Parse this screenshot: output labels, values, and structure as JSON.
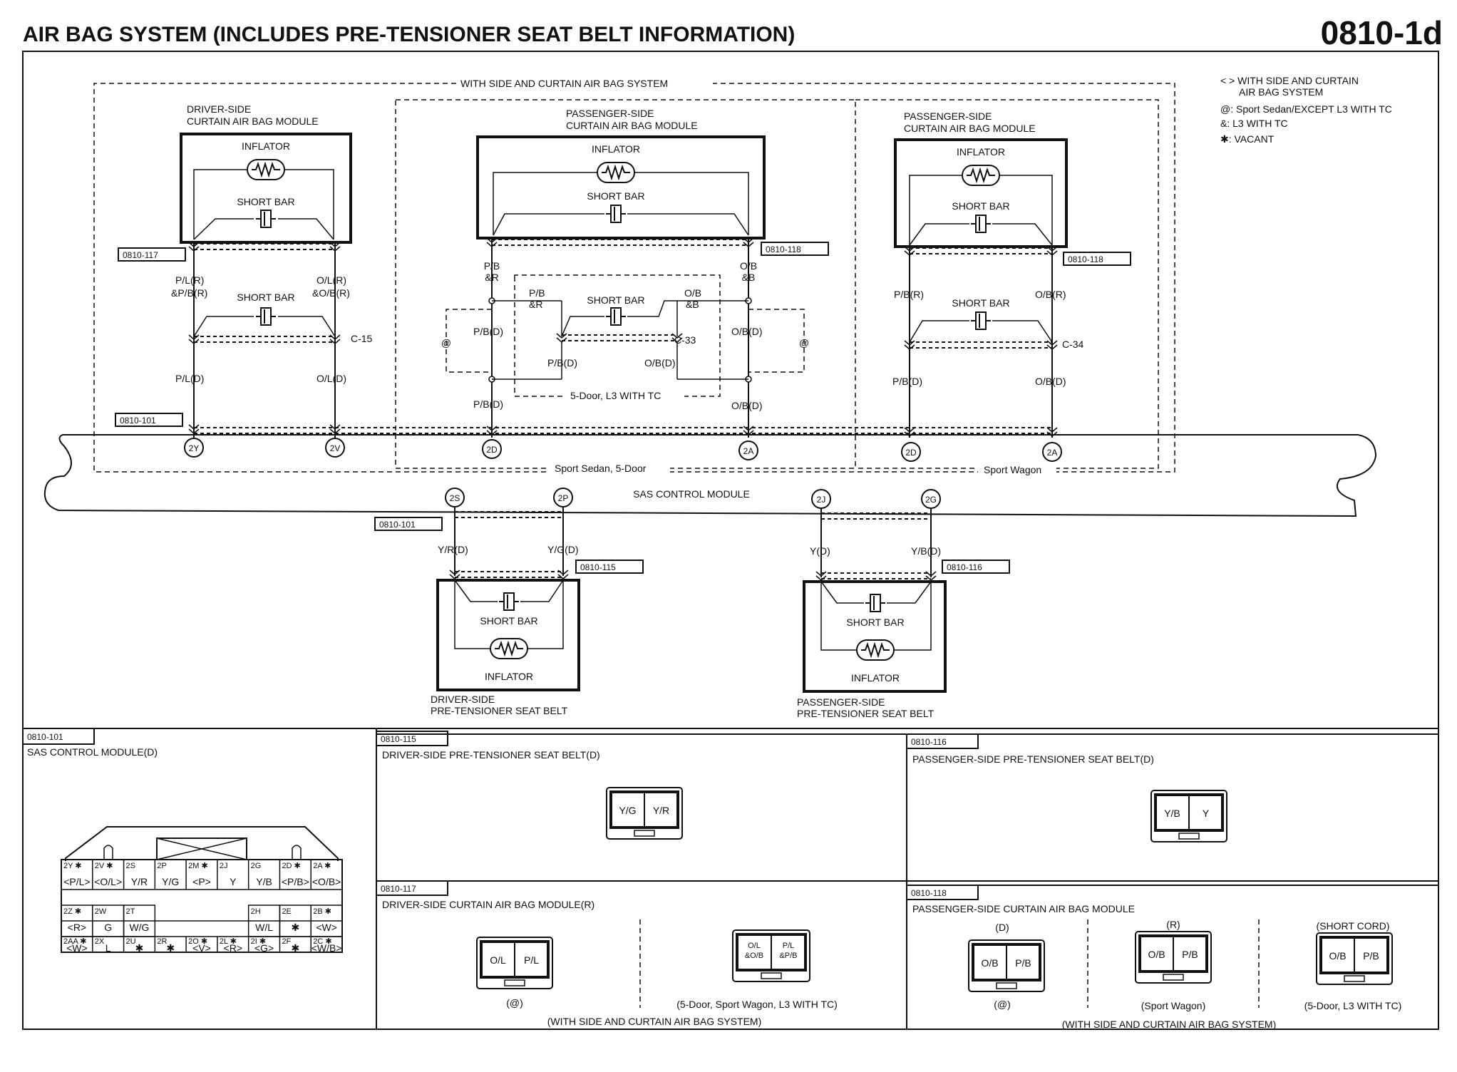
{
  "title": "AIR BAG SYSTEM (INCLUDES PRE-TENSIONER SEAT BELT INFORMATION)",
  "page_code": "0810-1d",
  "legend": [
    "< > WITH SIDE AND CURTAIN",
    "AIR BAG SYSTEM",
    "@: Sport Sedan/EXCEPT L3 WITH TC",
    "&: L3 WITH TC",
    "✱: VACANT"
  ],
  "labels": {
    "with_side_curtain": "WITH SIDE AND CURTAIN AIR BAG SYSTEM",
    "driver_curtain_1": "DRIVER-SIDE",
    "driver_curtain_2": "CURTAIN AIR BAG MODULE",
    "pass_curtain_1": "PASSENGER-SIDE",
    "pass_curtain_2": "CURTAIN AIR BAG MODULE",
    "inflator": "INFLATOR",
    "short_bar": "SHORT BAR",
    "sas": "SAS CONTROL MODULE",
    "sport_sedan_5door": "Sport Sedan, 5-Door",
    "sport_wagon": "Sport Wagon",
    "door5_l3": "5-Door, L3 WITH TC",
    "driver_pt_1": "DRIVER-SIDE",
    "driver_pt_2": "PRE-TENSIONER SEAT BELT",
    "pass_pt_1": "PASSENGER-SIDE",
    "pass_pt_2": "PRE-TENSIONER SEAT BELT"
  },
  "connectors": {
    "c117": "0810-117",
    "c118": "0810-118",
    "c101": "0810-101",
    "c115": "0810-115",
    "c116": "0810-116",
    "c15": "C-15",
    "c33": "C-33",
    "c34": "C-34"
  },
  "wires": {
    "pl_r": "P/L(R)",
    "pl_pb_r": "&P/B(R)",
    "ol_r": "O/L(R)",
    "ol_ob_r": "&O/B(R)",
    "pl_d": "P/L(D)",
    "ol_d": "O/L(D)",
    "pb": "P/B",
    "amp_r": "&R",
    "ob": "O/B",
    "amp_b": "&B",
    "pb_d": "P/B(D)",
    "ob_d": "O/B(D)",
    "pb_r": "P/B(R)",
    "ob_r": "O/B(R)",
    "at": "@",
    "yr_d": "Y/R(D)",
    "yg_d": "Y/G(D)",
    "y_d": "Y(D)",
    "yb_d": "Y/B(D)"
  },
  "terminals": {
    "t2y": "2Y",
    "t2v": "2V",
    "t2d": "2D",
    "t2a": "2A",
    "t2s": "2S",
    "t2p": "2P",
    "t2j": "2J",
    "t2g": "2G"
  },
  "panels": {
    "p101_code": "0810-101",
    "p101_title": "SAS CONTROL MODULE(D)",
    "p115_code": "0810-115",
    "p115_title": "DRIVER-SIDE PRE-TENSIONER SEAT BELT(D)",
    "p116_code": "0810-116",
    "p116_title": "PASSENGER-SIDE PRE-TENSIONER SEAT BELT(D)",
    "p117_code": "0810-117",
    "p117_title": "DRIVER-SIDE CURTAIN AIR BAG MODULE(R)",
    "p117_note_at": "(@)",
    "p117_note_5door": "(5-Door, Sport Wagon, L3 WITH TC)",
    "p117_footer": "(WITH SIDE AND CURTAIN AIR BAG SYSTEM)",
    "p118_code": "0810-118",
    "p118_title": "PASSENGER-SIDE CURTAIN AIR BAG MODULE",
    "p118_d": "(D)",
    "p118_r": "(R)",
    "p118_short": "(SHORT CORD)",
    "p118_note_at": "(@)",
    "p118_note_wagon": "(Sport Wagon)",
    "p118_note_5door": "(5-Door, L3 WITH TC)",
    "p118_footer": "(WITH SIDE AND CURTAIN AIR BAG SYSTEM)"
  },
  "pins": {
    "c115": [
      "Y/G",
      "Y/R"
    ],
    "c116": [
      "Y/B",
      "Y"
    ],
    "c117a": [
      "O/L",
      "P/L"
    ],
    "c117b_l1": "O/L",
    "c117b_l2": "&O/B",
    "c117b_r1": "P/L",
    "c117b_r2": "&P/B",
    "c118d": [
      "O/B",
      "P/B"
    ],
    "c118r": [
      "O/B",
      "P/B"
    ],
    "c118s": [
      "O/B",
      "P/B"
    ],
    "sas_row1_ids": [
      "2Y ✱",
      "2V ✱",
      "2S",
      "2P",
      "2M ✱",
      "2J",
      "2G",
      "2D ✱",
      "2A ✱"
    ],
    "sas_row1_vals": [
      "<P/L>",
      "<O/L>",
      "Y/R",
      "Y/G",
      "<P>",
      "Y",
      "Y/B",
      "<P/B>",
      "<O/B>"
    ],
    "sas_row2_ids": [
      "2Z ✱",
      "2W",
      "2T",
      "2H",
      "2E",
      "2B ✱"
    ],
    "sas_row2_vals": [
      "<R>",
      "G",
      "W/G",
      "W/L",
      "✱",
      "<W>"
    ],
    "sas_row3_ids": [
      "2AA ✱",
      "2X",
      "2U",
      "2R",
      "2O ✱",
      "2L ✱",
      "2I ✱",
      "2F",
      "2C ✱"
    ],
    "sas_row3_vals": [
      "<W>",
      "L",
      "✱",
      "✱",
      "<V>",
      "<R>",
      "<G>",
      "✱",
      "<W/B>"
    ]
  }
}
